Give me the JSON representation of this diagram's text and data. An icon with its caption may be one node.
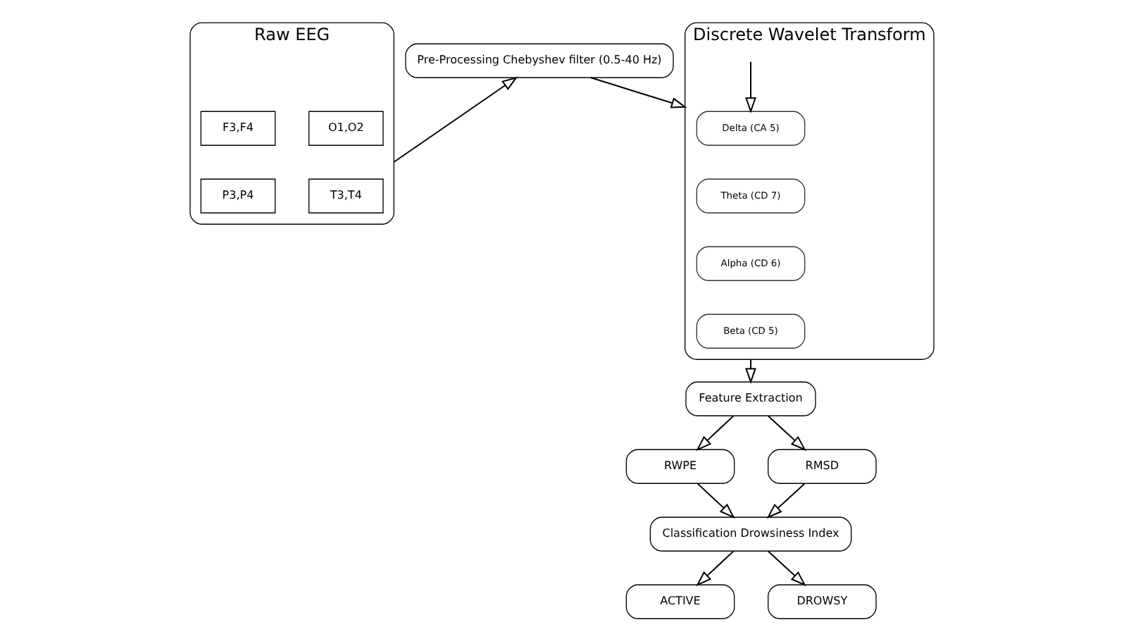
{
  "diagram": {
    "nodes": [
      {
        "text": [
          "Raw EEG"
        ]
      },
      {
        "text": [
          "F3,F4"
        ],
        "in": 0
      },
      {
        "text": [
          "O1,O2"
        ],
        "in": 0
      },
      {
        "text": [
          "P3,P4"
        ],
        "in": 0
      },
      {
        "text": [
          "T3,T4"
        ],
        "in": 0
      },
      {
        "text": [
          "Pre-Processing Chebyshev filter (0.5-40 Hz)"
        ]
      },
      {
        "text": [
          "Discrete Wavelet Transform"
        ]
      },
      {
        "text": [
          "Delta (CA 5)"
        ],
        "in": 6
      },
      {
        "text": [
          "Theta (CD 7)"
        ],
        "in": 6
      },
      {
        "text": [
          "Alpha (CD 6)"
        ],
        "in": 6
      },
      {
        "text": [
          "Beta (CD 5)"
        ],
        "in": 6
      },
      {
        "text": [
          "Feature Extraction"
        ]
      },
      {
        "text": [
          "RWPE"
        ]
      },
      {
        "text": [
          "RMSD"
        ]
      },
      {
        "text": [
          "Classification Drowsiness Index"
        ]
      },
      {
        "text": [
          "ACTIVE"
        ]
      },
      {
        "text": [
          "DROWSY"
        ]
      }
    ],
    "edges": [
      {
        "from": 0,
        "to": 5,
        "arrow": "to"
      },
      {
        "from": 5,
        "to": 6,
        "arrow": "to"
      },
      {
        "from": 6,
        "to": 7,
        "arrow": "to"
      },
      {
        "from": 6,
        "to": 11,
        "arrow": "to"
      },
      {
        "from": 11,
        "to": 12,
        "arrow": "to"
      },
      {
        "from": 11,
        "to": 13,
        "arrow": "to"
      },
      {
        "from": 12,
        "to": 14,
        "arrow": "to"
      },
      {
        "from": 13,
        "to": 14,
        "arrow": "to"
      },
      {
        "from": 14,
        "to": 15,
        "arrow": "to"
      },
      {
        "from": 14,
        "to": 16,
        "arrow": "to"
      }
    ]
  }
}
